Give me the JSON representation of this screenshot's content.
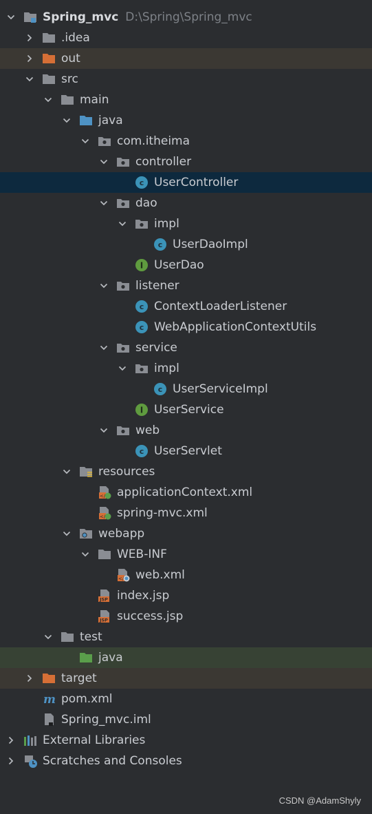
{
  "tree": [
    {
      "label": "Spring_mvc",
      "hint": "D:\\Spring\\Spring_mvc",
      "depth": 0,
      "state": "open",
      "icon": "module-folder-icon",
      "bold": true
    },
    {
      "label": ".idea",
      "depth": 1,
      "state": "closed",
      "icon": "folder-icon"
    },
    {
      "label": "out",
      "depth": 1,
      "state": "closed",
      "icon": "excluded-folder-icon",
      "hl": "excluded"
    },
    {
      "label": "src",
      "depth": 1,
      "state": "open",
      "icon": "folder-icon"
    },
    {
      "label": "main",
      "depth": 2,
      "state": "open",
      "icon": "folder-icon"
    },
    {
      "label": "java",
      "depth": 3,
      "state": "open",
      "icon": "source-folder-icon"
    },
    {
      "label": "com.itheima",
      "depth": 4,
      "state": "open",
      "icon": "package-icon"
    },
    {
      "label": "controller",
      "depth": 5,
      "state": "open",
      "icon": "package-icon"
    },
    {
      "label": "UserController",
      "depth": 6,
      "state": "none",
      "icon": "class-icon",
      "selected": true
    },
    {
      "label": "dao",
      "depth": 5,
      "state": "open",
      "icon": "package-icon"
    },
    {
      "label": "impl",
      "depth": 6,
      "state": "open",
      "icon": "package-icon"
    },
    {
      "label": "UserDaoImpl",
      "depth": 7,
      "state": "none",
      "icon": "class-icon"
    },
    {
      "label": "UserDao",
      "depth": 6,
      "state": "none",
      "icon": "interface-icon"
    },
    {
      "label": "listener",
      "depth": 5,
      "state": "open",
      "icon": "package-icon"
    },
    {
      "label": "ContextLoaderListener",
      "depth": 6,
      "state": "none",
      "icon": "class-icon"
    },
    {
      "label": "WebApplicationContextUtils",
      "depth": 6,
      "state": "none",
      "icon": "class-icon"
    },
    {
      "label": "service",
      "depth": 5,
      "state": "open",
      "icon": "package-icon"
    },
    {
      "label": "impl",
      "depth": 6,
      "state": "open",
      "icon": "package-icon"
    },
    {
      "label": "UserServiceImpl",
      "depth": 7,
      "state": "none",
      "icon": "class-icon"
    },
    {
      "label": "UserService",
      "depth": 6,
      "state": "none",
      "icon": "interface-icon"
    },
    {
      "label": "web",
      "depth": 5,
      "state": "open",
      "icon": "package-icon"
    },
    {
      "label": "UserServlet",
      "depth": 6,
      "state": "none",
      "icon": "class-icon"
    },
    {
      "label": "resources",
      "depth": 3,
      "state": "open",
      "icon": "resources-folder-icon"
    },
    {
      "label": "applicationContext.xml",
      "depth": 4,
      "state": "none",
      "icon": "spring-xml-icon"
    },
    {
      "label": "spring-mvc.xml",
      "depth": 4,
      "state": "none",
      "icon": "spring-xml-icon"
    },
    {
      "label": "webapp",
      "depth": 3,
      "state": "open",
      "icon": "web-folder-icon"
    },
    {
      "label": "WEB-INF",
      "depth": 4,
      "state": "open",
      "icon": "folder-icon"
    },
    {
      "label": "web.xml",
      "depth": 5,
      "state": "none",
      "icon": "web-xml-icon"
    },
    {
      "label": "index.jsp",
      "depth": 4,
      "state": "none",
      "icon": "jsp-icon"
    },
    {
      "label": "success.jsp",
      "depth": 4,
      "state": "none",
      "icon": "jsp-icon"
    },
    {
      "label": "test",
      "depth": 2,
      "state": "open",
      "icon": "folder-icon"
    },
    {
      "label": "java",
      "depth": 3,
      "state": "none",
      "icon": "test-folder-icon",
      "hl": "test"
    },
    {
      "label": "target",
      "depth": 1,
      "state": "closed",
      "icon": "excluded-folder-icon",
      "hl": "excluded"
    },
    {
      "label": "pom.xml",
      "depth": 1,
      "state": "none",
      "icon": "maven-icon"
    },
    {
      "label": "Spring_mvc.iml",
      "depth": 1,
      "state": "none",
      "icon": "iml-file-icon"
    },
    {
      "label": "External Libraries",
      "depth": 0,
      "state": "closed",
      "icon": "libraries-icon"
    },
    {
      "label": "Scratches and Consoles",
      "depth": 0,
      "state": "closed",
      "icon": "scratches-icon"
    }
  ],
  "watermark": "CSDN @AdamShyly",
  "colors": {
    "background": "#2b2d30",
    "selection": "#0d293e",
    "excluded": "#3b3833",
    "test": "#374234",
    "folder": "#8a8d93",
    "excluded_folder": "#d66f36",
    "source_folder": "#4e92c4",
    "test_folder": "#5a9e4b",
    "class": "#3b93b8",
    "interface": "#5f9b3f"
  }
}
